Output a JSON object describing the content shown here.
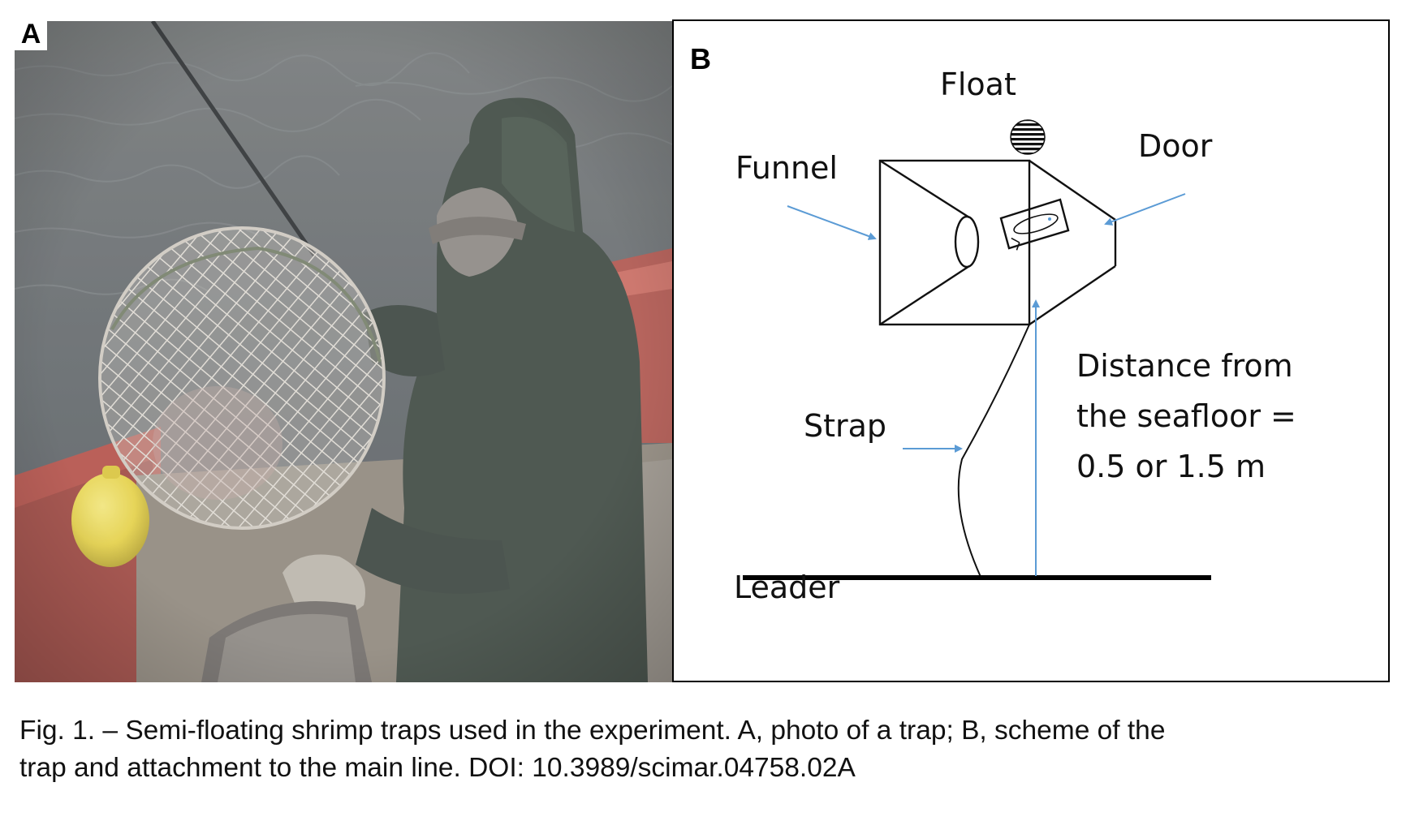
{
  "panel_a": {
    "letter": "A"
  },
  "panel_b": {
    "letter": "B",
    "labels": {
      "float": "Float",
      "funnel": "Funnel",
      "door": "Door",
      "strap": "Strap",
      "leader": "Leader",
      "distance_line1": "Distance from",
      "distance_line2": "the seafloor =",
      "distance_line3": "0.5 or 1.5 m"
    },
    "arrow_color": "#5b9bd5"
  },
  "caption": {
    "line1": "Fig. 1. – Semi-floating shrimp traps used in the experiment. A, photo of a trap; B, scheme of the",
    "line2": "trap and attachment to the main line. DOI: 10.3989/scimar.04758.02A"
  }
}
